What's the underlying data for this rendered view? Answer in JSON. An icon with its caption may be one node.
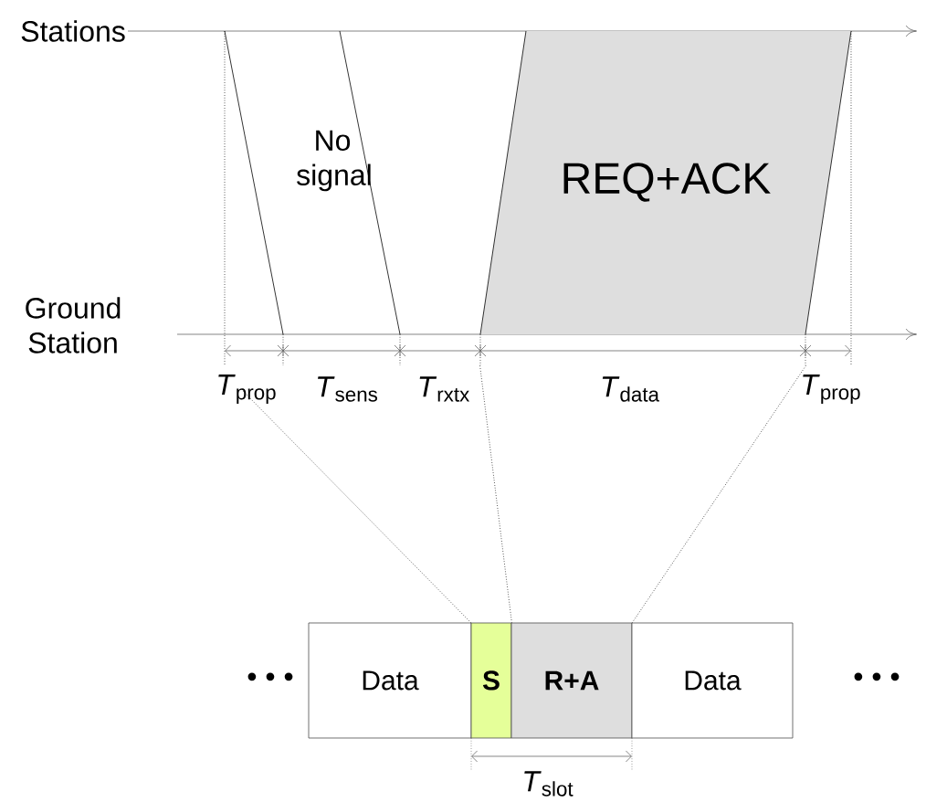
{
  "diagram": {
    "nodes": [
      {
        "text": [
          "REQ+ACK"
        ]
      },
      {
        "text": [
          "Data"
        ]
      },
      {
        "text": [
          "**S**"
        ]
      },
      {
        "text": [
          "**R+A**"
        ]
      },
      {
        "text": [
          "Data"
        ]
      }
    ],
    "edges": [
      {
        "from": 0,
        "to": 2,
        "arrow": "none",
        "style": "dashed"
      },
      {
        "from": 0,
        "to": 3,
        "arrow": "none",
        "style": "dashed"
      }
    ],
    "labels": [
      "Stations",
      "Ground Station",
      "No signal",
      "*T*$_{prop}$",
      "*T*$_{sens}$",
      "*T*$_{rxtx}$",
      "*T*$_{data}$",
      "*T*$_{prop}$",
      "• • •",
      "• • •",
      "*T*$_{slot}$"
    ]
  }
}
